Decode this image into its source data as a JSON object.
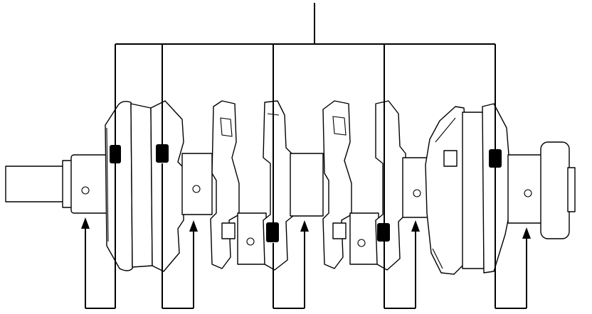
{
  "figure": {
    "subject": "crankshaft",
    "line_color": "#000000",
    "background_color": "#ffffff",
    "marker_color": "#000000",
    "upper_marker_count": 5,
    "lower_arrow_count": 5,
    "icons": [
      "oil-hole-marker-icon",
      "arrow-up-icon"
    ]
  }
}
